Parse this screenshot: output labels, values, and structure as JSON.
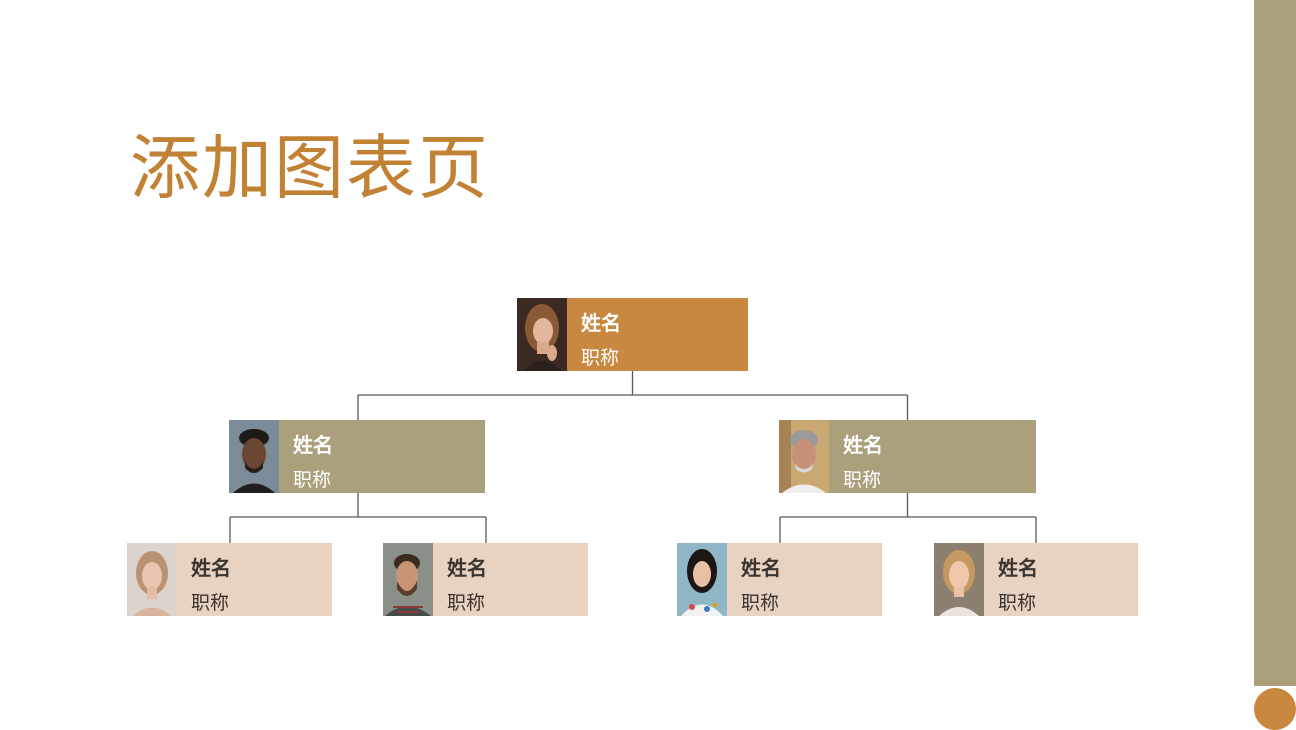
{
  "slide": {
    "title": "添加图表页"
  },
  "colors": {
    "title": "#c28236",
    "accent_orange": "#c8883f",
    "accent_taupe": "#aba07c",
    "accent_light": "#e8d2c1",
    "sidebar": "#aba07c",
    "dot": "#c8883f",
    "connector": "#595959"
  },
  "org_chart": {
    "root": {
      "name": "姓名",
      "role": "职称",
      "photo_icon": "woman-portrait-icon"
    },
    "level2": [
      {
        "name": "姓名",
        "role": "职称",
        "photo_icon": "man-portrait-icon"
      },
      {
        "name": "姓名",
        "role": "职称",
        "photo_icon": "older-man-portrait-icon"
      }
    ],
    "level3": [
      {
        "name": "姓名",
        "role": "职称",
        "photo_icon": "woman-portrait-icon"
      },
      {
        "name": "姓名",
        "role": "职称",
        "photo_icon": "bearded-man-portrait-icon"
      },
      {
        "name": "姓名",
        "role": "职称",
        "photo_icon": "woman-portrait-icon"
      },
      {
        "name": "姓名",
        "role": "职称",
        "photo_icon": "woman-portrait-icon"
      }
    ]
  }
}
